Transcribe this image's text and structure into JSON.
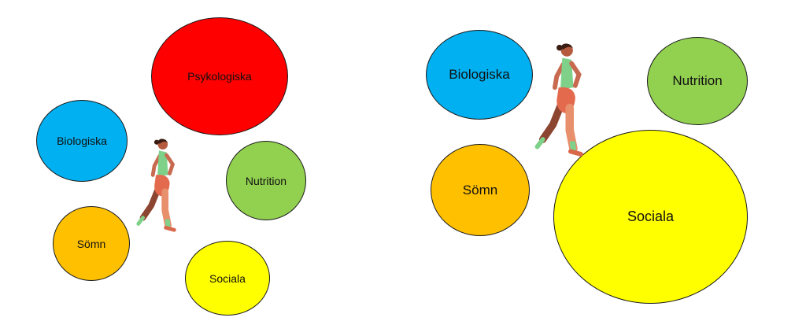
{
  "panels": [
    {
      "name": "left",
      "bubbles": [
        {
          "label": "Psykologiska",
          "color": "#ff0000"
        },
        {
          "label": "Biologiska",
          "color": "#00b0f0"
        },
        {
          "label": "Nutrition",
          "color": "#92d050"
        },
        {
          "label": "Sömn",
          "color": "#ffc000"
        },
        {
          "label": "Sociala",
          "color": "#ffff00"
        }
      ]
    },
    {
      "name": "right",
      "bubbles": [
        {
          "label": "Biologiska",
          "color": "#00b0f0"
        },
        {
          "label": "Nutrition",
          "color": "#92d050"
        },
        {
          "label": "Sömn",
          "color": "#ffc000"
        },
        {
          "label": "Sociala",
          "color": "#ffff00"
        }
      ]
    }
  ],
  "runner_icon": "running-woman-icon"
}
